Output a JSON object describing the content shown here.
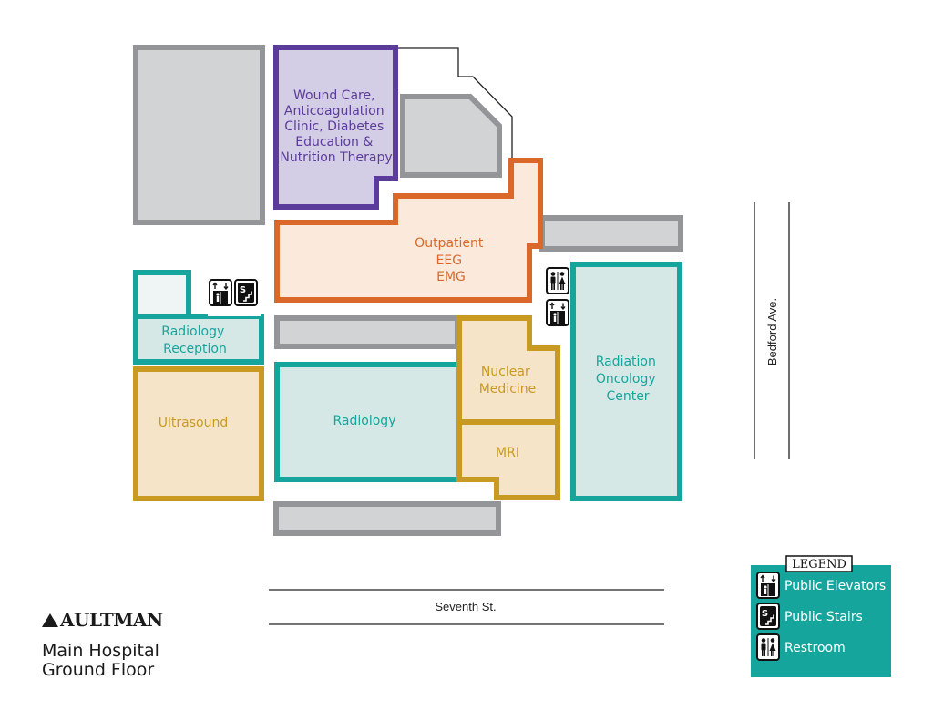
{
  "colors": {
    "gray_fill": "#d1d3d4",
    "gray_stroke": "#939598",
    "purple_fill": "#d4cde6",
    "purple_stroke": "#5b3c9a",
    "purple_text": "#5b3c9a",
    "orange_fill": "#fbe9dc",
    "orange_stroke": "#d9682a",
    "orange_text": "#d9682a",
    "teal_fill": "#d6e8e6",
    "teal_stroke": "#15a59d",
    "teal_text": "#15a59d",
    "gold_fill": "#f6e4c8",
    "gold_stroke": "#c99a22",
    "gold_text": "#c99a22",
    "legend_bg": "#15a59d"
  },
  "rooms": {
    "wound_care": [
      "Wound Care,",
      "Anticoagulation",
      "Clinic, Diabetes",
      "Education &",
      "Nutrition Therapy"
    ],
    "outpatient": [
      "Outpatient",
      "EEG",
      "EMG"
    ],
    "radiology_reception": [
      "Radiology",
      "Reception"
    ],
    "ultrasound": [
      "Ultrasound"
    ],
    "radiology": [
      "Radiology"
    ],
    "nuclear_medicine": [
      "Nuclear",
      "Medicine"
    ],
    "mri": [
      "MRI"
    ],
    "radiation_oncology": [
      "Radiation",
      "Oncology",
      "Center"
    ]
  },
  "streets": {
    "bedford": "Bedford Ave.",
    "seventh": "Seventh St."
  },
  "icons": [
    "elevator-icon",
    "stairs-icon",
    "restroom-icon"
  ],
  "legend": {
    "title": "LEGEND",
    "items": [
      {
        "icon": "elevator-icon",
        "label": "Public Elevators"
      },
      {
        "icon": "stairs-icon",
        "label": "Public Stairs"
      },
      {
        "icon": "restroom-icon",
        "label": "Restroom"
      }
    ]
  },
  "branding": {
    "name": "AULTMAN",
    "title_line1": "Main Hospital",
    "title_line2": "Ground Floor"
  }
}
